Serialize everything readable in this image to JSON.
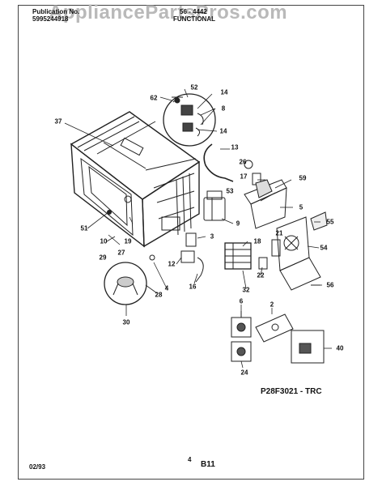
{
  "header": {
    "publication_label": "Publication No.",
    "publication_number": "5995244918",
    "model": "56 - 4442",
    "section": "FUNCTIONAL"
  },
  "watermark": "AppliancePartsPros.com",
  "diagram_code": "P28F3021 - TRC",
  "footer": {
    "date": "02/93",
    "page": "4",
    "sheet": "B11"
  },
  "part_numbers": {
    "p52": "52",
    "p62": "62",
    "p14a": "14",
    "p8": "8",
    "p14b": "14",
    "p37": "37",
    "p13": "13",
    "p26": "26",
    "p17": "17",
    "p59": "59",
    "p53": "53",
    "p5": "5",
    "p9": "9",
    "p55": "55",
    "p3": "3",
    "p51": "51",
    "p10": "10",
    "p19": "19",
    "p18": "18",
    "p21": "21",
    "p54": "54",
    "p27": "27",
    "p29": "29",
    "p12": "12",
    "p22": "22",
    "p4": "4",
    "p28": "28",
    "p16": "16",
    "p56": "56",
    "p32": "32",
    "p30": "30",
    "p6": "6",
    "p2": "2",
    "p40": "40",
    "p24": "24"
  }
}
